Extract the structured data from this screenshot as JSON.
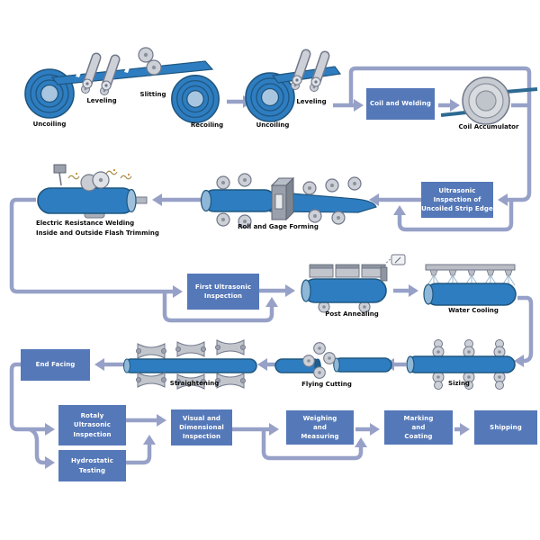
{
  "diagram": {
    "description": "Steel pipe manufacturing process flow diagram",
    "colors": {
      "background": "#ffffff",
      "process_box": "#5578b8",
      "process_box_text": "#ffffff",
      "connector": "#97a1c8",
      "pipe_blue": "#2e7dc1",
      "pipe_outline": "#1f567e",
      "roller_gray": "#cdd1d7",
      "roller_edge": "#70778a",
      "label_text": "#0b0b0b"
    },
    "process_boxes": [
      {
        "id": "coil-and-welding",
        "label": "Coil and Welding"
      },
      {
        "id": "ultrasonic-inspection-of-uncoiled-strip-edge",
        "label": "Ultrasonic\nInspection of\nUncoiled Strip Edge"
      },
      {
        "id": "first-ultrasonic-inspection",
        "label": "First Ultrasonic\nInspection"
      },
      {
        "id": "end-facing",
        "label": "End Facing"
      },
      {
        "id": "rotaly-ultrasonic-inspection",
        "label": "Rotaly\nUltrasonic\nInspection"
      },
      {
        "id": "hydrostatic-testing",
        "label": "Hydrostatic\nTesting"
      },
      {
        "id": "visual-and-dimensional-inspection",
        "label": "Visual and\nDimensional\nInspection"
      },
      {
        "id": "weighing-and-measuring",
        "label": "Weighing\nand\nMeasuring"
      },
      {
        "id": "marking-and-coating",
        "label": "Marking\nand\nCoating"
      },
      {
        "id": "shipping",
        "label": "Shipping"
      }
    ],
    "machine_labels": [
      {
        "id": "uncoiling-1",
        "text": "Uncoiling"
      },
      {
        "id": "leveling-1",
        "text": "Leveling"
      },
      {
        "id": "slitting",
        "text": "Slitting"
      },
      {
        "id": "recoiling",
        "text": "Recoiling"
      },
      {
        "id": "uncoiling-2",
        "text": "Uncoiling"
      },
      {
        "id": "leveling-2",
        "text": "Leveling"
      },
      {
        "id": "coil-accumulator",
        "text": "Coil Accumulator"
      },
      {
        "id": "roll-and-gage-forming",
        "text": "Roll and Gage Forming"
      },
      {
        "id": "electric-resistance-welding",
        "text": "Electric Resistance Welding\nInside and Outside Flash Trimming"
      },
      {
        "id": "post-annealing",
        "text": "Post Annealing"
      },
      {
        "id": "water-cooling",
        "text": "Water Cooling"
      },
      {
        "id": "sizing",
        "text": "Sizing"
      },
      {
        "id": "flying-cutting",
        "text": "Flying Cutting"
      },
      {
        "id": "straightening",
        "text": "Straightening"
      }
    ],
    "icons": [
      "uncoiling-coil-icon",
      "leveling-rollers-icon",
      "slitting-rollers-icon",
      "recoiling-coil-icon",
      "coil-accumulator-icon",
      "roll-and-gage-forming-icon",
      "electric-resistance-welding-icon",
      "post-annealing-icon",
      "water-cooling-icon",
      "sizing-icon",
      "flying-cutting-icon",
      "straightening-icon",
      "flow-arrow-icon"
    ]
  }
}
